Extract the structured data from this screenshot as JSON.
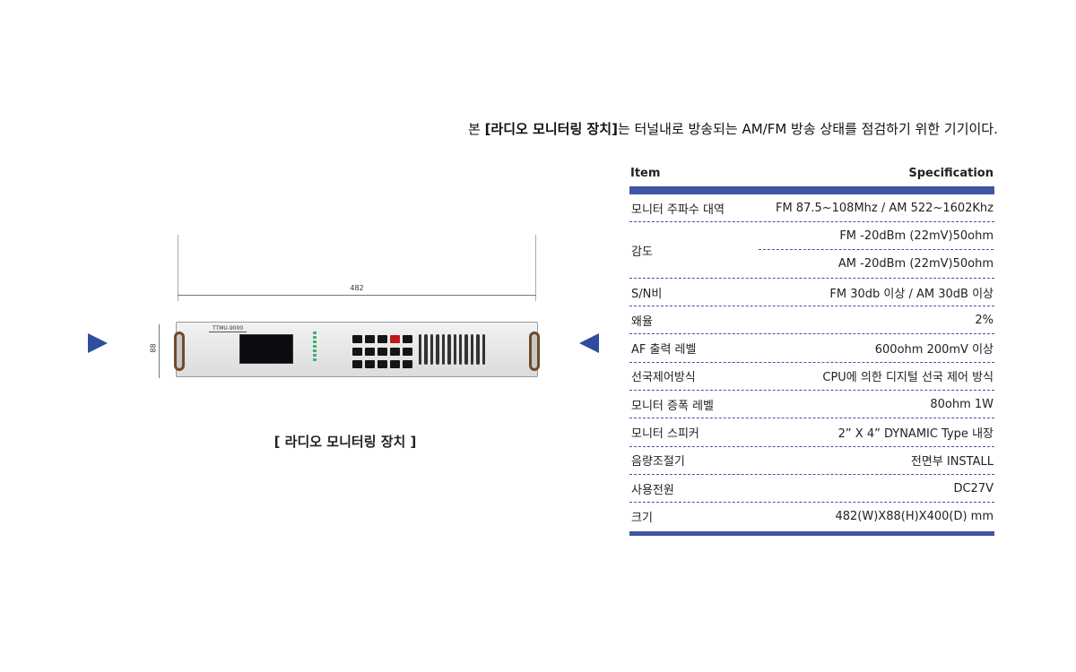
{
  "intro": {
    "pre": "본 ",
    "bold": "[라디오 모니터링 장치]",
    "post": "는 터널내로 방송되는 AM/FM 방송 상태를 점검하기 위한 기기이다."
  },
  "figure": {
    "width_label": "482",
    "height_label": "88",
    "model_label": "TTMU-9000",
    "caption": "[ 라디오 모니터링 장치 ]"
  },
  "spec": {
    "header": {
      "item": "Item",
      "specification": "Specification"
    },
    "rows": [
      {
        "item": "모니터 주파수 대역",
        "value": "FM 87.5~108Mhz / AM 522~1602Khz"
      },
      {
        "item": "감도",
        "values": [
          "FM -20dBm (22mV)50ohm",
          "AM -20dBm (22mV)50ohm"
        ]
      },
      {
        "item": "S/N비",
        "value": "FM 30db 이상 / AM 30dB 이상"
      },
      {
        "item": "왜율",
        "value": "2%"
      },
      {
        "item": "AF 출력 레벨",
        "value": "600ohm 200mV 이상"
      },
      {
        "item": "선국제어방식",
        "value": "CPU에 의한 디지털 선국 제어 방식"
      },
      {
        "item": "모니터 증폭 레벨",
        "value": "80ohm 1W"
      },
      {
        "item": "모니터 스피커",
        "value": "2” X 4” DYNAMIC Type 내장"
      },
      {
        "item": "음량조절기",
        "value": "전면부 INSTALL"
      },
      {
        "item": "사용전원",
        "value": "DC27V"
      },
      {
        "item": "크기",
        "value": "482(W)X88(H)X400(D) mm"
      }
    ]
  },
  "colors": {
    "accent": "#3e56a3"
  },
  "icons": {
    "left_pointer": "triangle-right-icon",
    "right_pointer": "triangle-left-icon"
  }
}
